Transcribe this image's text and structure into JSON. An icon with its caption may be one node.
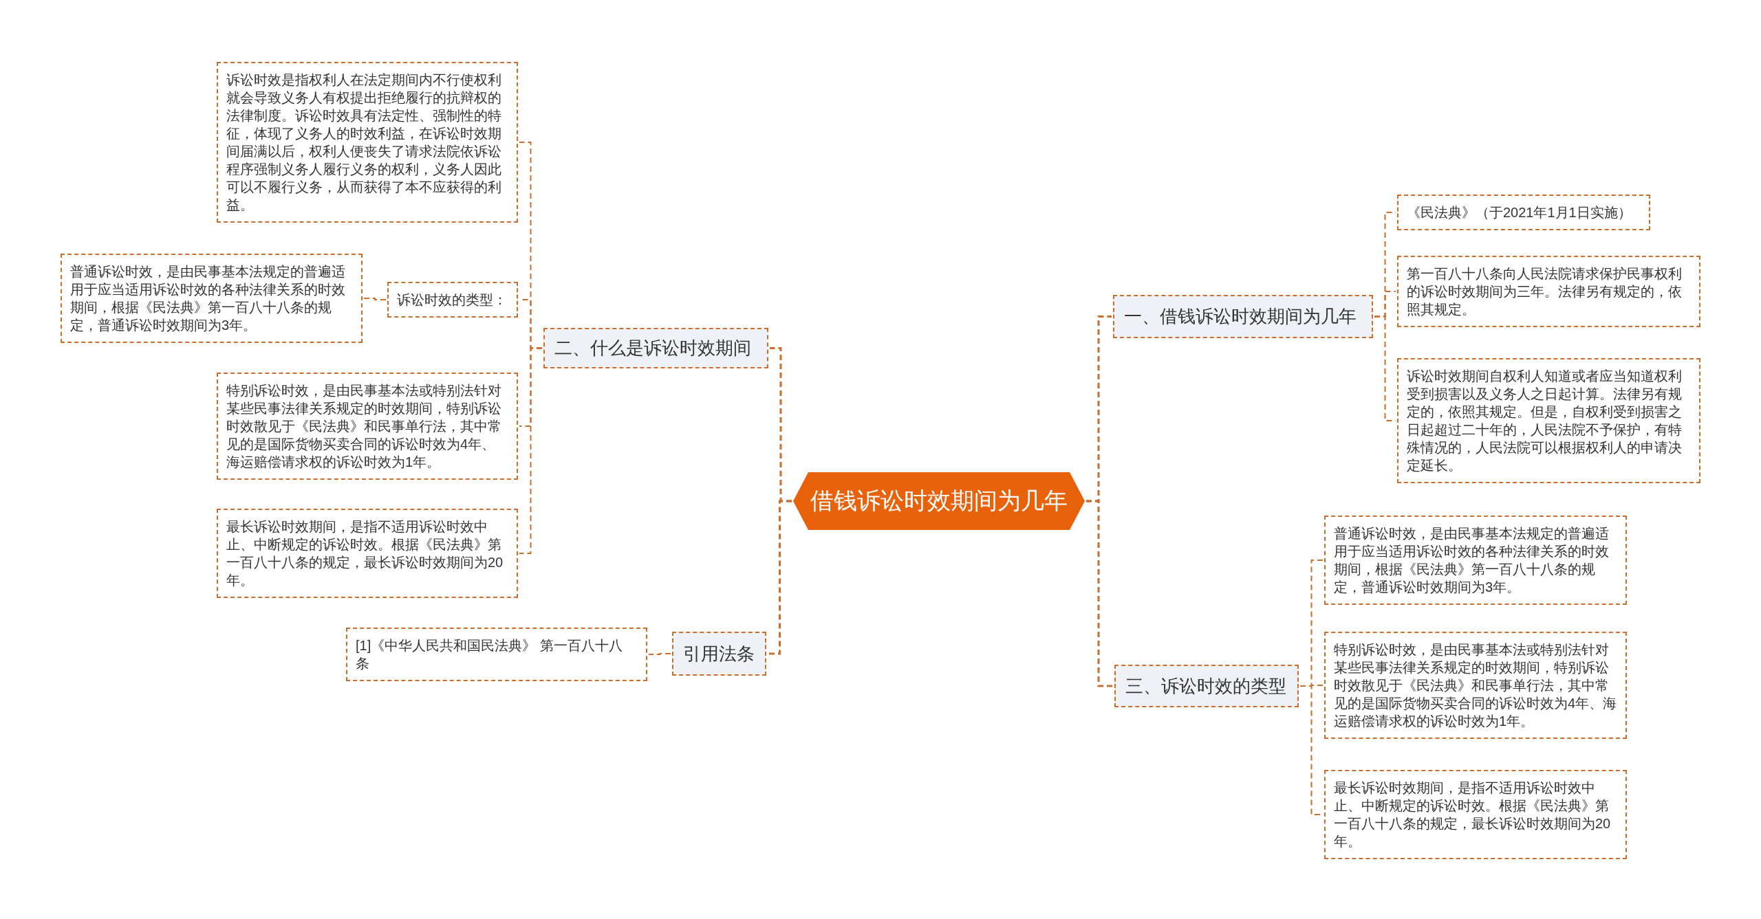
{
  "diagram": {
    "nodes": [
      {
        "text": [
          "借钱诉讼时效期间为几年"
        ]
      },
      {
        "text": [
          "一、借钱诉讼时效期间为几年"
        ]
      },
      {
        "text": [
          "《民法典》（于2021年1月1日实施）"
        ]
      },
      {
        "text": [
          "第一百八十八条向人民法院请求保护民事权利的诉讼时效期间为三年。法律另有规定的，依照其规定。"
        ]
      },
      {
        "text": [
          "诉讼时效期间自权利人知道或者应当知道权利受到损害以及义务人之日起计算。法律另有规定的，依照其规定。但是，自权利受到损害之日起超过二十年的，人民法院不予保护，有特殊情况的，人民法院可以根据权利人的申请决定延长。"
        ]
      },
      {
        "text": [
          "二、什么是诉讼时效期间"
        ]
      },
      {
        "text": [
          "诉讼时效是指权利人在法定期间内不行使权利就会导致义务人有权提出拒绝履行的抗辩权的法律制度。诉讼时效具有法定性、强制性的特征，体现了义务人的时效利益，在诉讼时效期间届满以后，权利人便丧失了请求法院依诉讼程序强制义务人履行义务的权利，义务人因此可以不履行义务，从而获得了本不应获得的利益。"
        ]
      },
      {
        "text": [
          "诉讼时效的类型："
        ]
      },
      {
        "text": [
          "普通诉讼时效，是由民事基本法规定的普遍适用于应当适用诉讼时效的各种法律关系的时效期间，根据《民法典》第一百八十八条的规定，普通诉讼时效期间为3年。"
        ]
      },
      {
        "text": [
          "特别诉讼时效，是由民事基本法或特别法针对某些民事法律关系规定的时效期间，特别诉讼时效散见于《民法典》和民事单行法，其中常见的是国际货物买卖合同的诉讼时效为4年、海运赔偿请求权的诉讼时效为1年。"
        ]
      },
      {
        "text": [
          "最长诉讼时效期间，是指不适用诉讼时效中止、中断规定的诉讼时效。根据《民法典》第一百八十八条的规定，最长诉讼时效期间为20年。"
        ]
      },
      {
        "text": [
          "三、诉讼时效的类型"
        ]
      },
      {
        "text": [
          "普通诉讼时效，是由民事基本法规定的普遍适用于应当适用诉讼时效的各种法律关系的时效期间，根据《民法典》第一百八十八条的规定，普通诉讼时效期间为3年。"
        ]
      },
      {
        "text": [
          "特别诉讼时效，是由民事基本法或特别法针对某些民事法律关系规定的时效期间，特别诉讼时效散见于《民法典》和民事单行法，其中常见的是国际货物买卖合同的诉讼时效为4年、海运赔偿请求权的诉讼时效为1年。"
        ]
      },
      {
        "text": [
          "最长诉讼时效期间，是指不适用诉讼时效中止、中断规定的诉讼时效。根据《民法典》第一百八十八条的规定，最长诉讼时效期间为20年。"
        ]
      },
      {
        "text": [
          "引用法条"
        ]
      },
      {
        "text": [
          "[1]《中华人民共和国民法典》 第一百八十八条"
        ]
      }
    ],
    "edges": [
      {
        "from": 0,
        "to": 1,
        "arrow": "none",
        "style": "dashed"
      },
      {
        "from": 1,
        "to": 2,
        "arrow": "none",
        "style": "dashed"
      },
      {
        "from": 1,
        "to": 3,
        "arrow": "none",
        "style": "dashed"
      },
      {
        "from": 1,
        "to": 4,
        "arrow": "none",
        "style": "dashed"
      },
      {
        "from": 0,
        "to": 5,
        "arrow": "none",
        "style": "dashed"
      },
      {
        "from": 5,
        "to": 6,
        "arrow": "none",
        "style": "dashed"
      },
      {
        "from": 5,
        "to": 7,
        "arrow": "none",
        "style": "dashed"
      },
      {
        "from": 7,
        "to": 8,
        "arrow": "none",
        "style": "dashed"
      },
      {
        "from": 5,
        "to": 9,
        "arrow": "none",
        "style": "dashed"
      },
      {
        "from": 5,
        "to": 10,
        "arrow": "none",
        "style": "dashed"
      },
      {
        "from": 0,
        "to": 11,
        "arrow": "none",
        "style": "dashed"
      },
      {
        "from": 11,
        "to": 12,
        "arrow": "none",
        "style": "dashed"
      },
      {
        "from": 11,
        "to": 13,
        "arrow": "none",
        "style": "dashed"
      },
      {
        "from": 11,
        "to": 14,
        "arrow": "none",
        "style": "dashed"
      },
      {
        "from": 0,
        "to": 15,
        "arrow": "none",
        "style": "dashed"
      },
      {
        "from": 15,
        "to": 16,
        "arrow": "none",
        "style": "dashed"
      }
    ]
  }
}
